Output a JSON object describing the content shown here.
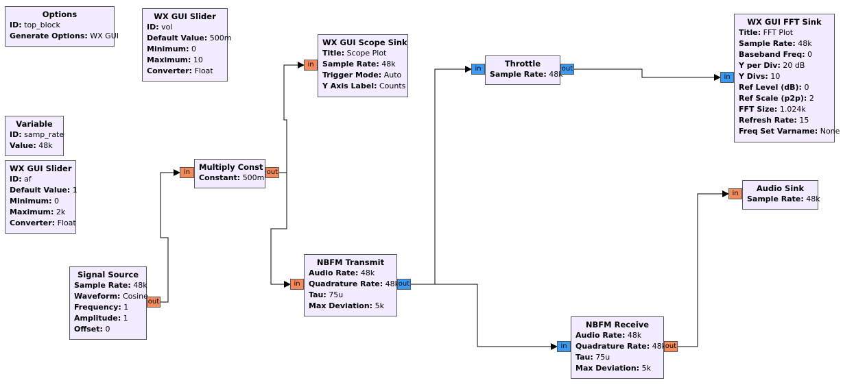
{
  "colors": {
    "block_bg": "#f1ecff",
    "port_float": "#f58a5c",
    "port_complex": "#3b9bf2"
  },
  "blocks": {
    "options": {
      "title": "Options",
      "params": [
        {
          "k": "ID:",
          "v": "top_block"
        },
        {
          "k": "Generate Options:",
          "v": "WX GUI"
        }
      ]
    },
    "vol_slider": {
      "title": "WX GUI Slider",
      "params": [
        {
          "k": "ID:",
          "v": "vol"
        },
        {
          "k": "Default Value:",
          "v": "500m"
        },
        {
          "k": "Minimum:",
          "v": "0"
        },
        {
          "k": "Maximum:",
          "v": "10"
        },
        {
          "k": "Converter:",
          "v": "Float"
        }
      ]
    },
    "scope_sink": {
      "title": "WX GUI Scope Sink",
      "params": [
        {
          "k": "Title:",
          "v": "Scope Plot"
        },
        {
          "k": "Sample Rate:",
          "v": "48k"
        },
        {
          "k": "Trigger Mode:",
          "v": "Auto"
        },
        {
          "k": "Y Axis Label:",
          "v": "Counts"
        }
      ]
    },
    "throttle": {
      "title": "Throttle",
      "params": [
        {
          "k": "Sample Rate:",
          "v": "48k"
        }
      ]
    },
    "fft_sink": {
      "title": "WX GUI FFT Sink",
      "params": [
        {
          "k": "Title:",
          "v": "FFT Plot"
        },
        {
          "k": "Sample Rate:",
          "v": "48k"
        },
        {
          "k": "Baseband Freq:",
          "v": "0"
        },
        {
          "k": "Y per Div:",
          "v": "20 dB"
        },
        {
          "k": "Y Divs:",
          "v": "10"
        },
        {
          "k": "Ref Level (dB):",
          "v": "0"
        },
        {
          "k": "Ref Scale (p2p):",
          "v": "2"
        },
        {
          "k": "FFT Size:",
          "v": "1.024k"
        },
        {
          "k": "Refresh Rate:",
          "v": "15"
        },
        {
          "k": "Freq Set Varname:",
          "v": "None"
        }
      ]
    },
    "variable": {
      "title": "Variable",
      "params": [
        {
          "k": "ID:",
          "v": "samp_rate"
        },
        {
          "k": "Value:",
          "v": "48k"
        }
      ]
    },
    "af_slider": {
      "title": "WX GUI Slider",
      "params": [
        {
          "k": "ID:",
          "v": "af"
        },
        {
          "k": "Default Value:",
          "v": "1"
        },
        {
          "k": "Minimum:",
          "v": "0"
        },
        {
          "k": "Maximum:",
          "v": "2k"
        },
        {
          "k": "Converter:",
          "v": "Float"
        }
      ]
    },
    "multiply_const": {
      "title": "Multiply Const",
      "params": [
        {
          "k": "Constant:",
          "v": "500m"
        }
      ]
    },
    "audio_sink": {
      "title": "Audio Sink",
      "params": [
        {
          "k": "Sample Rate:",
          "v": "48k"
        }
      ]
    },
    "signal_source": {
      "title": "Signal Source",
      "params": [
        {
          "k": "Sample Rate:",
          "v": "48k"
        },
        {
          "k": "Waveform:",
          "v": "Cosine"
        },
        {
          "k": "Frequency:",
          "v": "1"
        },
        {
          "k": "Amplitude:",
          "v": "1"
        },
        {
          "k": "Offset:",
          "v": "0"
        }
      ]
    },
    "nbfm_tx": {
      "title": "NBFM Transmit",
      "params": [
        {
          "k": "Audio Rate:",
          "v": "48k"
        },
        {
          "k": "Quadrature Rate:",
          "v": "48k"
        },
        {
          "k": "Tau:",
          "v": "75u"
        },
        {
          "k": "Max Deviation:",
          "v": "5k"
        }
      ]
    },
    "nbfm_rx": {
      "title": "NBFM Receive",
      "params": [
        {
          "k": "Audio Rate:",
          "v": "48k"
        },
        {
          "k": "Quadrature Rate:",
          "v": "48k"
        },
        {
          "k": "Tau:",
          "v": "75u"
        },
        {
          "k": "Max Deviation:",
          "v": "5k"
        }
      ]
    }
  },
  "ports": {
    "in_label": "in",
    "out_label": "out"
  },
  "connections": [
    {
      "from": "signal_source.out",
      "to": "multiply_const.in"
    },
    {
      "from": "multiply_const.out",
      "to": "scope_sink.in"
    },
    {
      "from": "multiply_const.out",
      "to": "nbfm_tx.in"
    },
    {
      "from": "nbfm_tx.out",
      "to": "throttle.in"
    },
    {
      "from": "nbfm_tx.out",
      "to": "nbfm_rx.in"
    },
    {
      "from": "throttle.out",
      "to": "fft_sink.in"
    },
    {
      "from": "nbfm_rx.out",
      "to": "audio_sink.in"
    }
  ]
}
